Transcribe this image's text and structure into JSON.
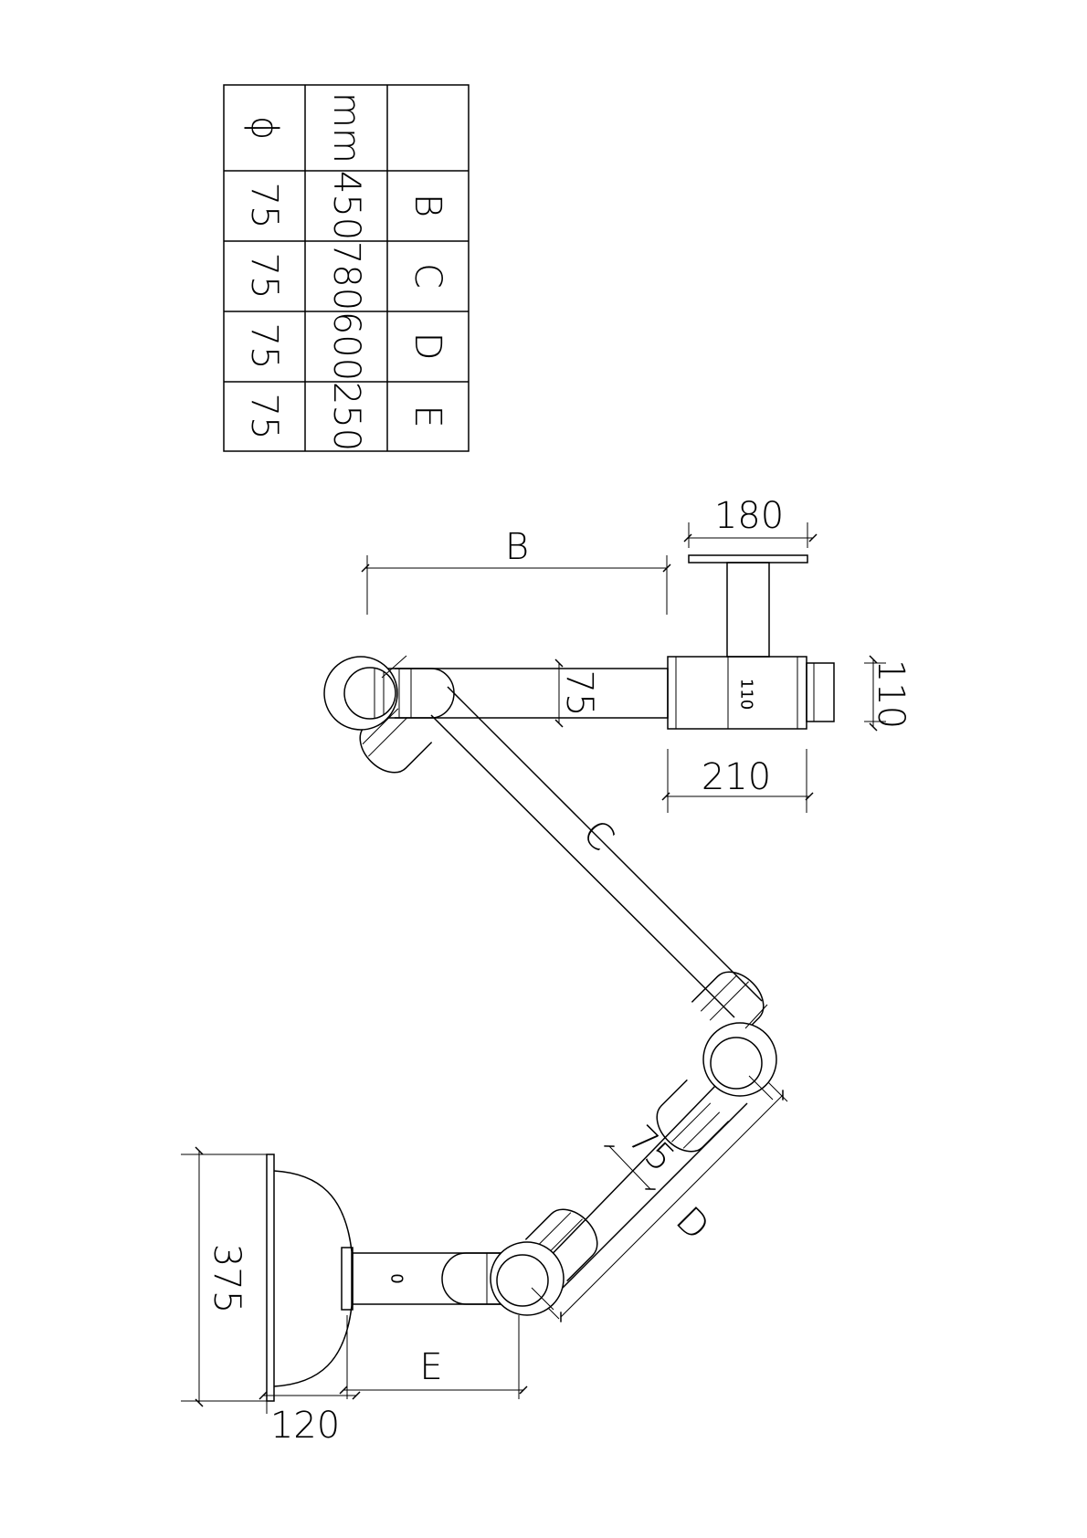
{
  "table": {
    "header": {
      "diameter_symbol": "ϕ",
      "unit": "mm",
      "label": ""
    },
    "rows": [
      {
        "label": "B",
        "mm": "450",
        "diameter": "75"
      },
      {
        "label": "C",
        "mm": "780",
        "diameter": "75"
      },
      {
        "label": "D",
        "mm": "600",
        "diameter": "75"
      },
      {
        "label": "E",
        "mm": "250",
        "diameter": "75"
      }
    ]
  },
  "dimensions": {
    "mount_plate_width": "180",
    "arm_b_label": "B",
    "arm_b_diameter": "75",
    "mount_block_height_inner": "110",
    "mount_block_height": "110",
    "mount_block_width": "210",
    "arm_c_label": "C",
    "arm_d_diameter": "75",
    "arm_d_label": "D",
    "hood_diameter": "375",
    "hood_depth": "120",
    "arm_e_label": "E",
    "arm_e_marker": "0"
  }
}
